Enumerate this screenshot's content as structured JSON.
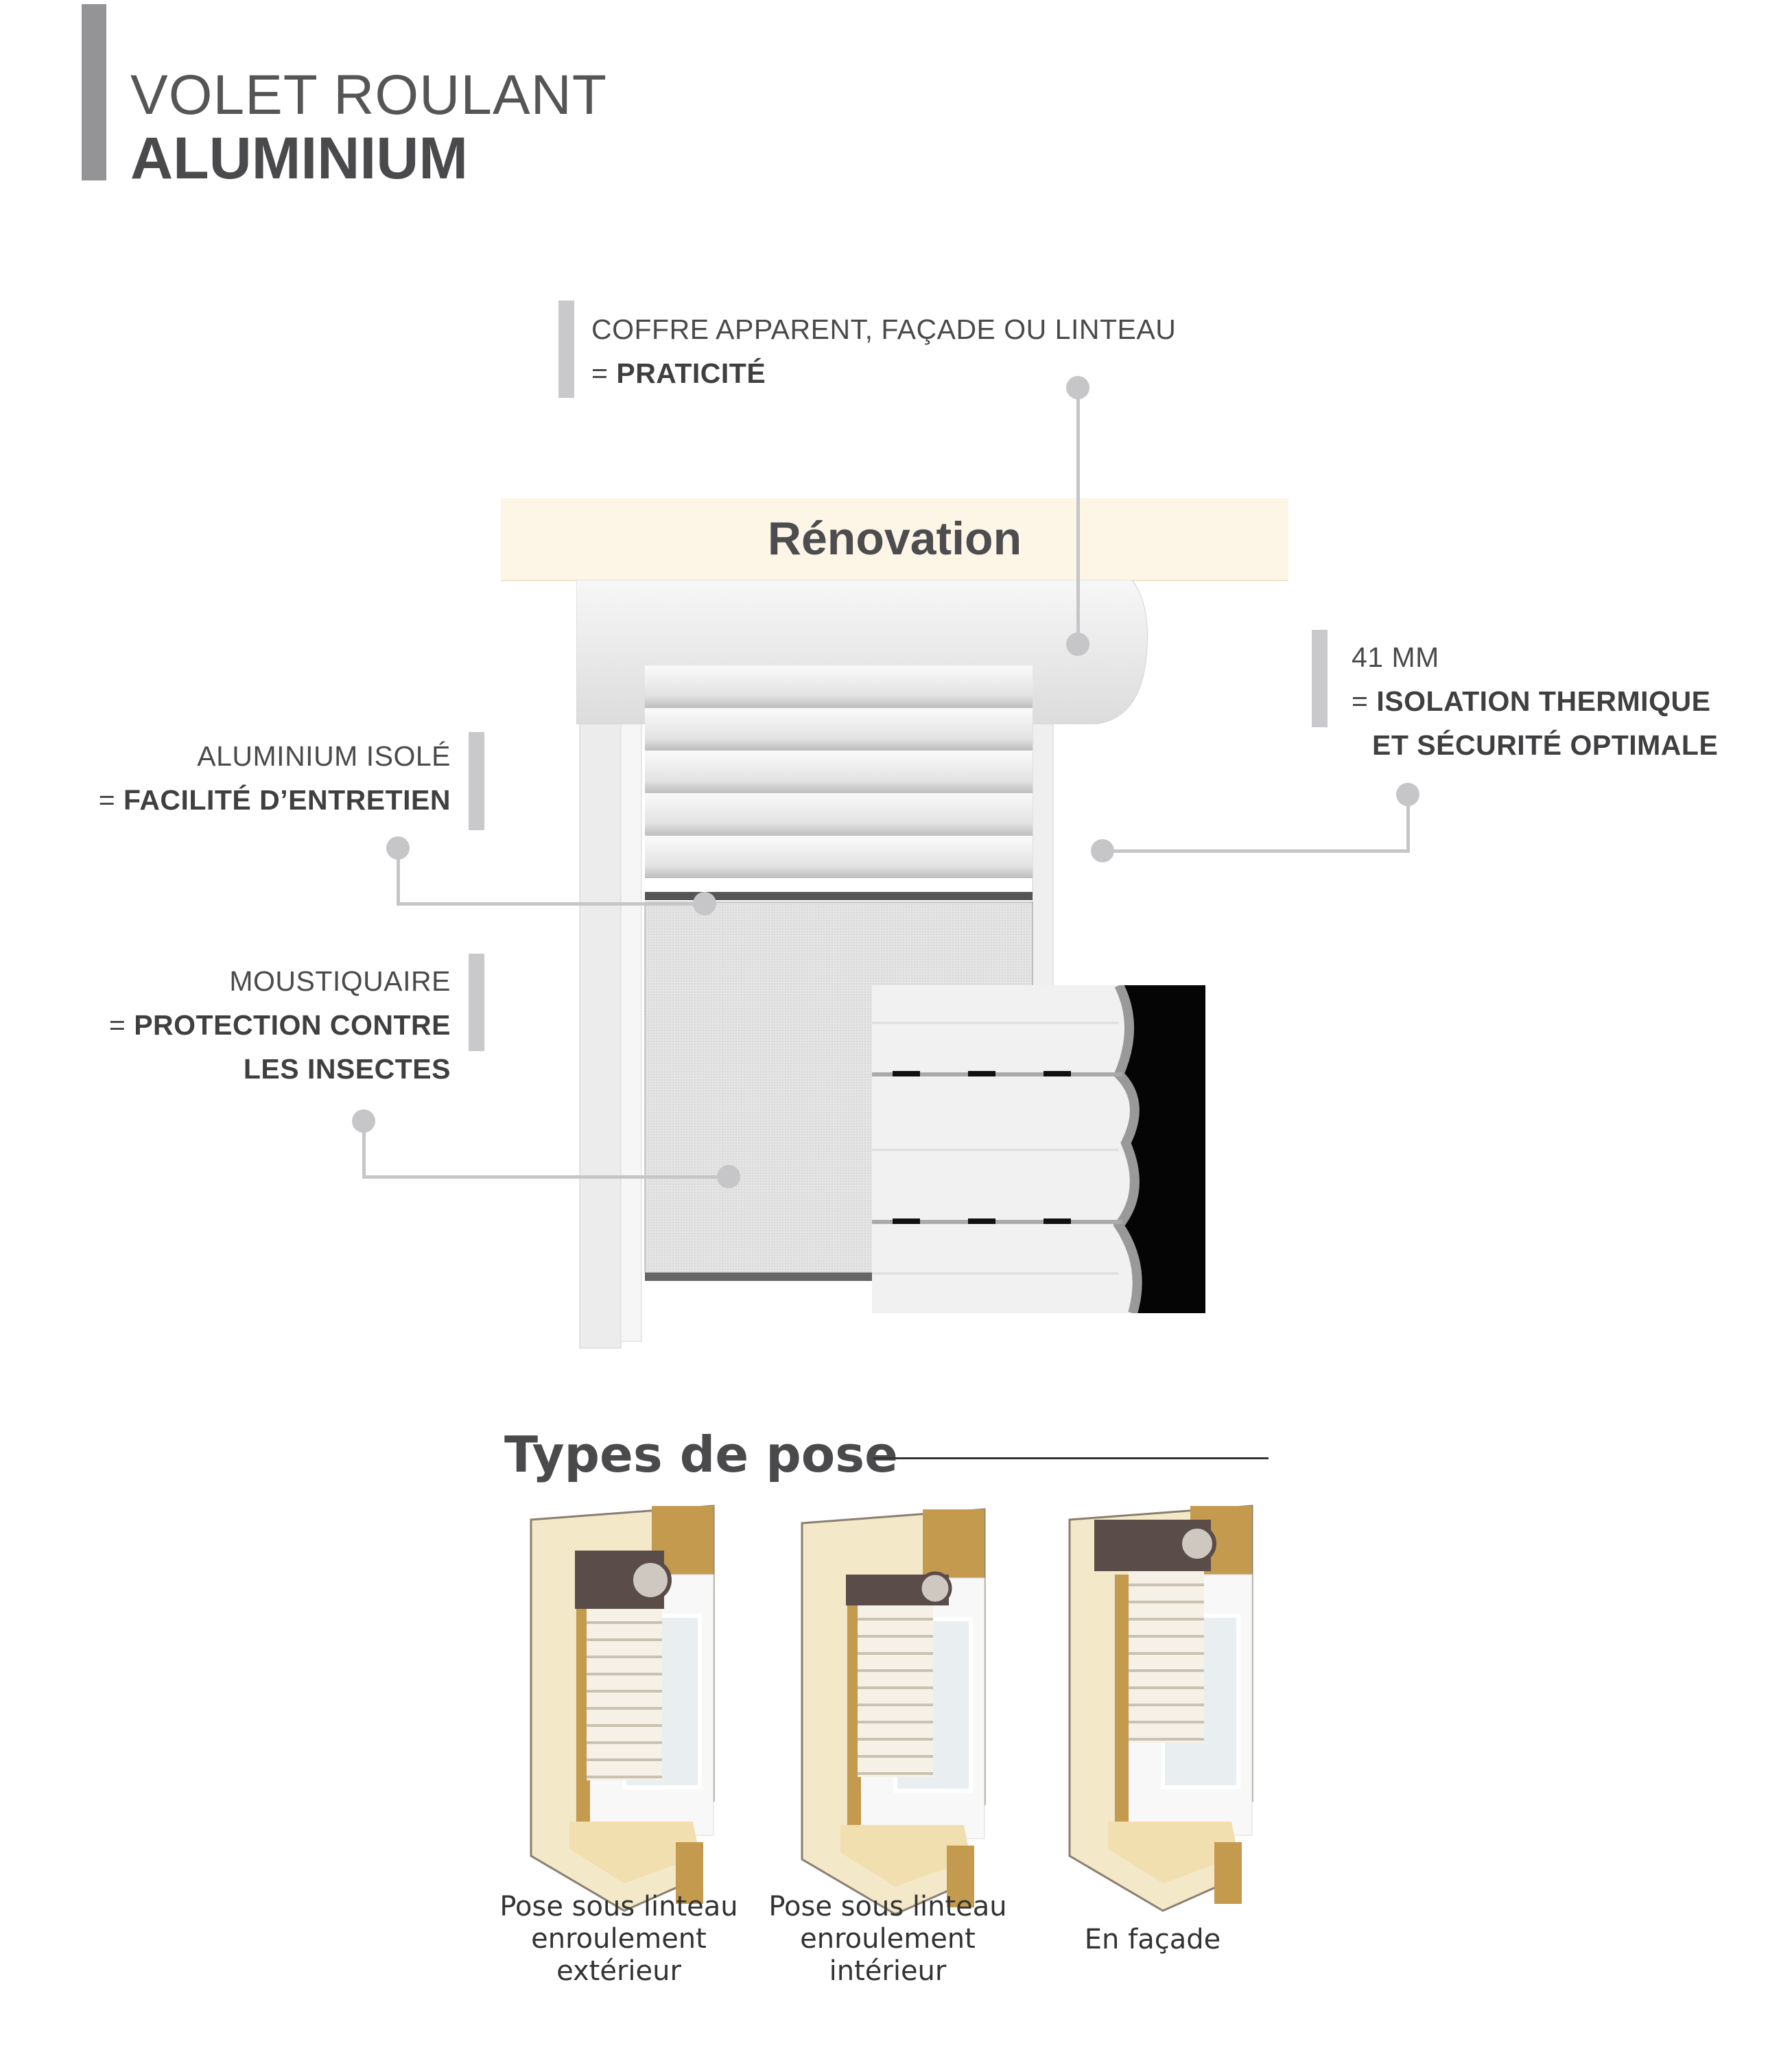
{
  "header": {
    "title_line1": "VOLET ROULANT",
    "title_line2": "ALUMINIUM"
  },
  "banner": {
    "label": "Rénovation"
  },
  "callouts": {
    "coffre": {
      "line1": "COFFRE APPARENT, FAÇADE OU LINTEAU",
      "line2_prefix": "= ",
      "line2_bold": "PRATICITÉ"
    },
    "thickness": {
      "line1": "41 MM",
      "line2_prefix": "= ",
      "line2_bold": "ISOLATION THERMIQUE",
      "line3_bold": "ET SÉCURITÉ OPTIMALE"
    },
    "aluminium": {
      "line1": "ALUMINIUM ISOLÉ",
      "line2_prefix": "= ",
      "line2_bold": "FACILITÉ D’ENTRETIEN"
    },
    "moustiquaire": {
      "line1": "MOUSTIQUAIRE",
      "line2_prefix": "= ",
      "line2_bold": "PROTECTION CONTRE",
      "line3_bold": "LES INSECTES"
    }
  },
  "types_section": {
    "title": "Types de pose",
    "items": [
      {
        "line1": "Pose sous linteau",
        "line2": "enroulement",
        "line3": "extérieur"
      },
      {
        "line1": "Pose sous linteau",
        "line2": "enroulement",
        "line3": "intérieur"
      },
      {
        "line1": "En façade"
      }
    ]
  },
  "colors": {
    "accent_bar": "#949497",
    "callout_grey": "#c6c6c9",
    "banner_bg": "#fdf5e6",
    "wall": "#f3e8c8",
    "wood": "#c49a4f",
    "box": "#5a4c48"
  }
}
